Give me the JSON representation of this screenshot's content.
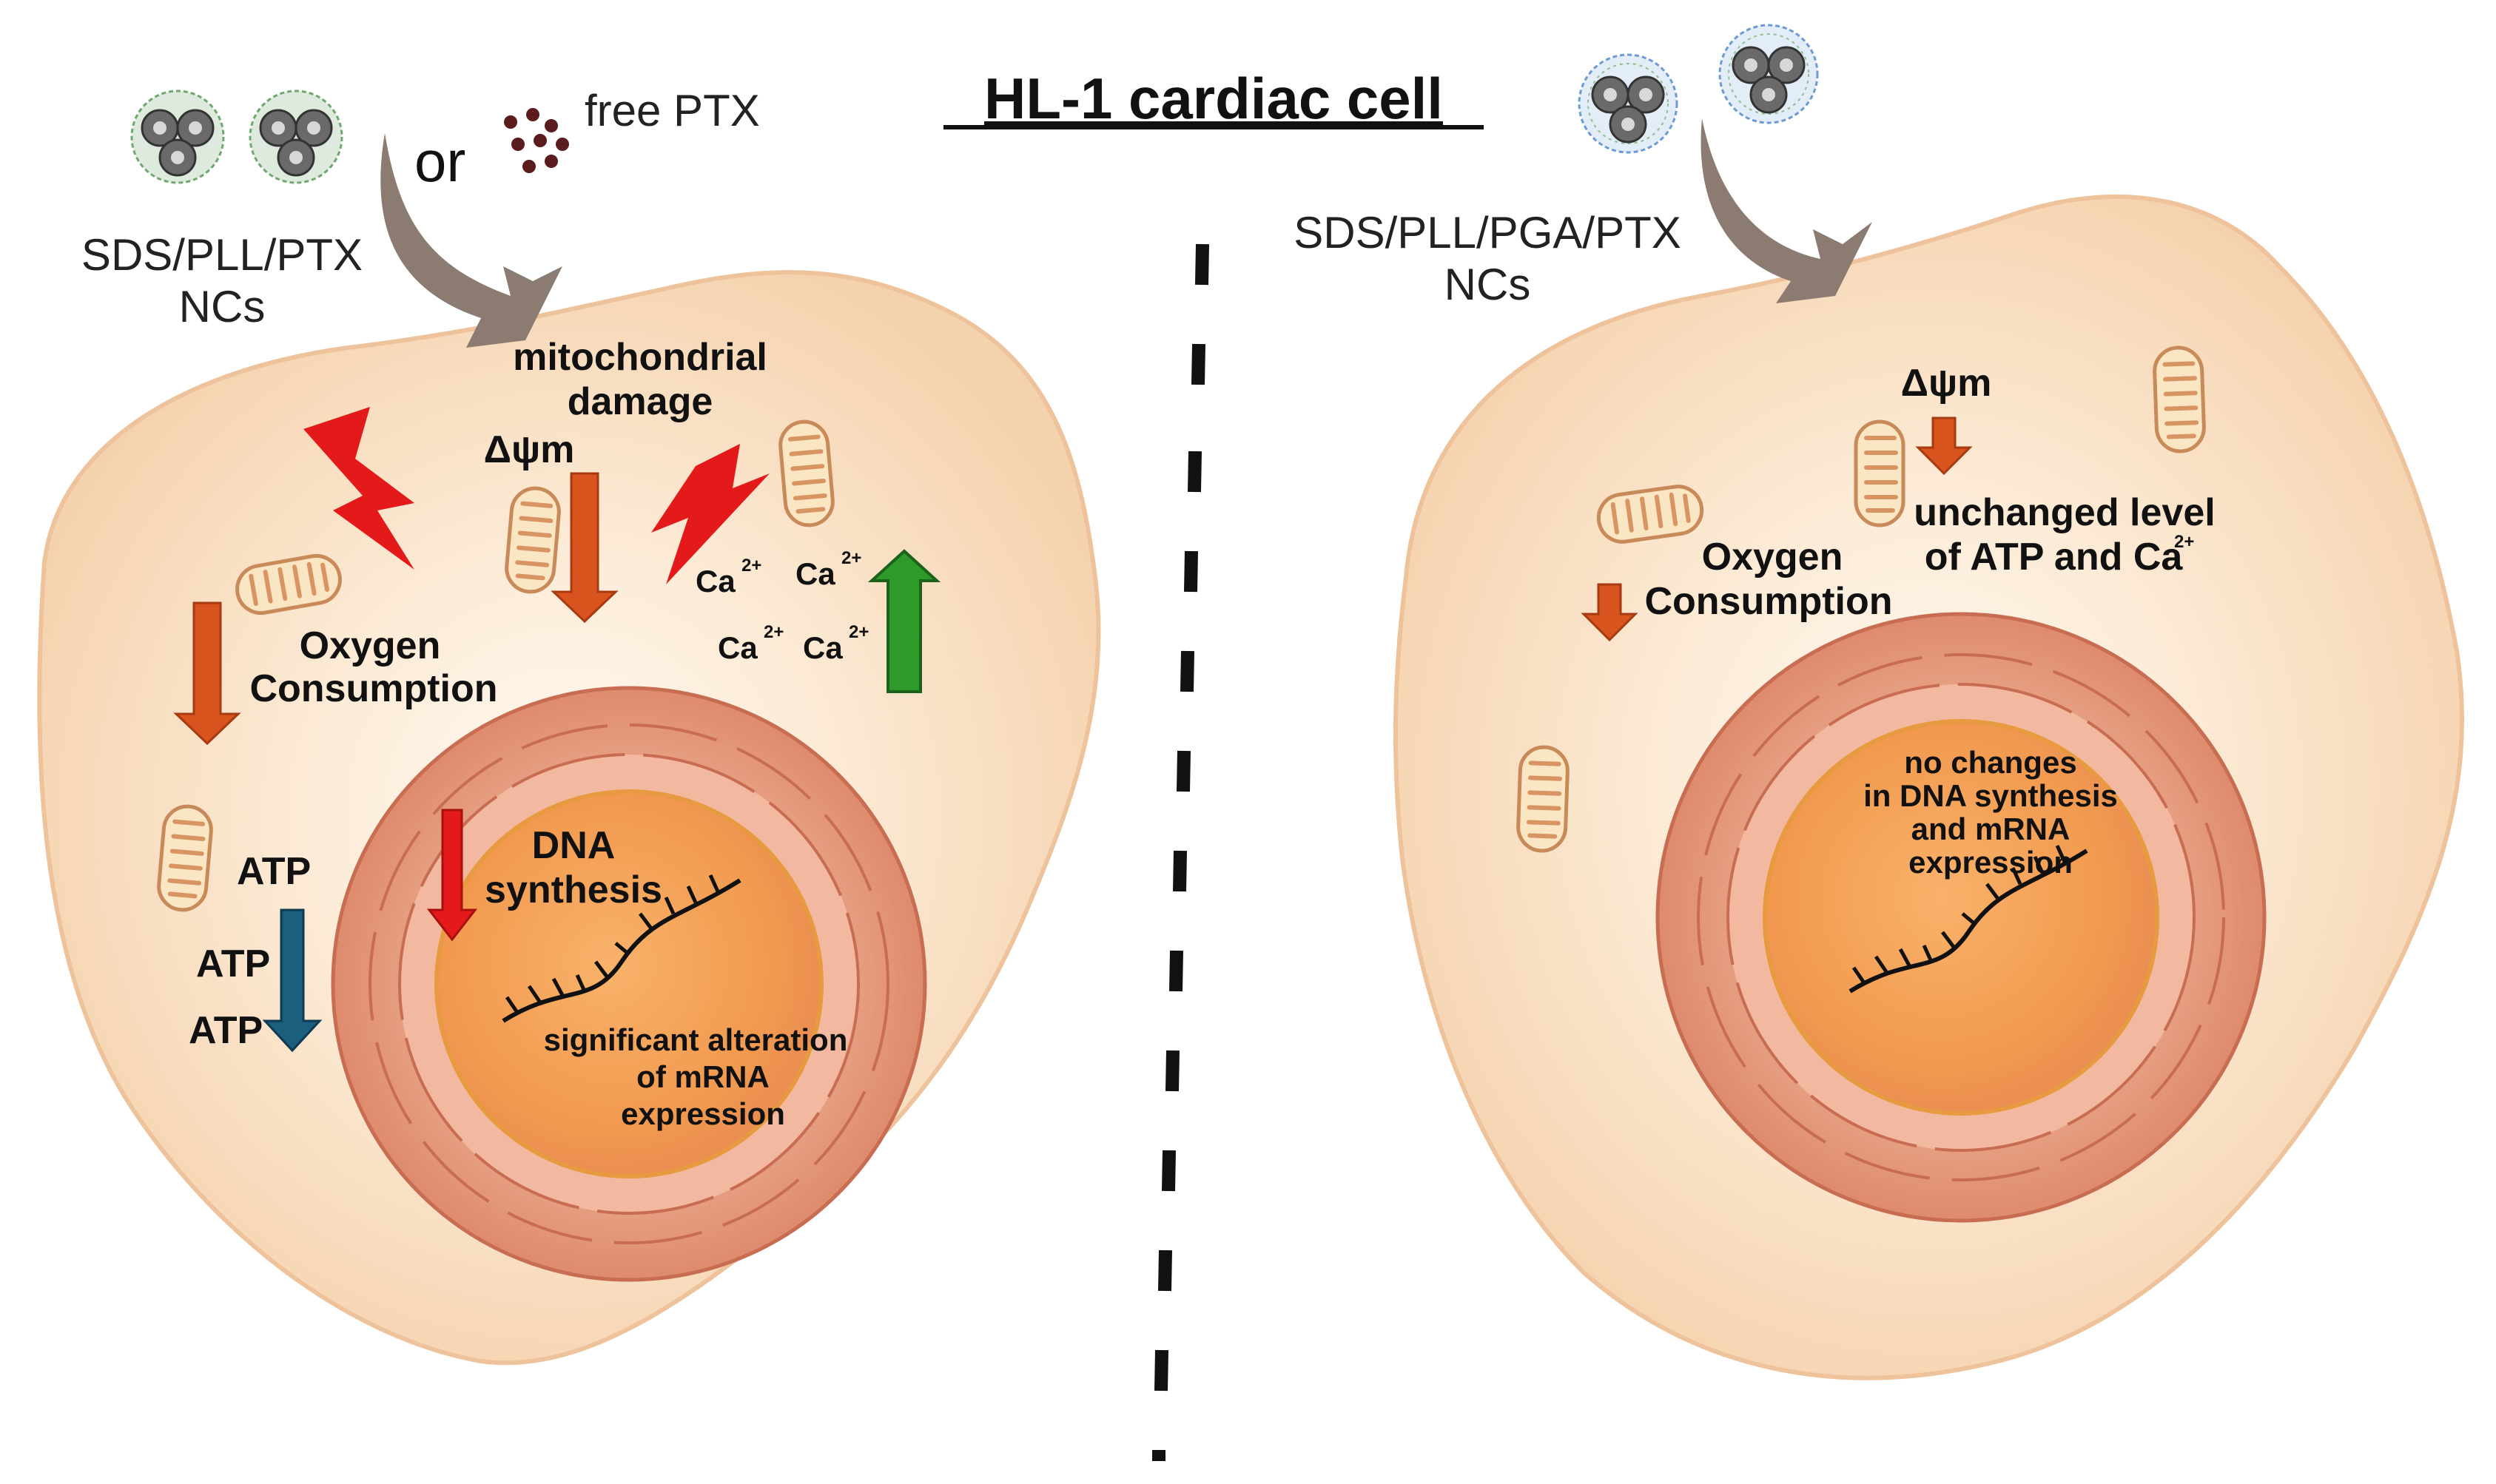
{
  "title": "HL-1 cardiac cell",
  "colors": {
    "cell": "#f8d9b8",
    "cell_edge": "#e9b98a",
    "er": "#e69a7a",
    "nucleus": "#f2a65f",
    "mito": "#fbe6c4",
    "arrow_down": "#d9531e",
    "arrow_red": "#e41a1a",
    "arrow_atp": "#1b5e7e",
    "arrow_up": "#2e9a2a",
    "entry_arrow": "#8c7b70"
  },
  "left": {
    "nc_label_line1": "SDS/PLL/PTX",
    "nc_label_line2": "NCs",
    "or_label": "or",
    "free_ptx_label": "free PTX",
    "mito_damage_line1": "mitochondrial",
    "mito_damage_line2": "damage",
    "dpsi_label": "Δψm",
    "ca_label": "Ca",
    "ca_charge": "2+",
    "oxygen_line1": "Oxygen",
    "oxygen_line2": "Consumption",
    "atp_label": "ATP",
    "dna_line1": "DNA",
    "dna_line2": "synthesis",
    "mrna_line1": "significant alteration",
    "mrna_line2": "of mRNA",
    "mrna_line3": "expression"
  },
  "right": {
    "nc_label_line1": "SDS/PLL/PGA/PTX",
    "nc_label_line2": "NCs",
    "dpsi_label": "Δψm",
    "unchanged_line1": "unchanged level",
    "unchanged_line2": "of ATP and Ca",
    "unchanged_charge": "2+",
    "oxygen_line1": "Oxygen",
    "oxygen_line2": "Consumption",
    "dna_line1": "no changes",
    "dna_line2": "in DNA synthesis",
    "dna_line3": "and mRNA",
    "dna_line4": "expression"
  }
}
